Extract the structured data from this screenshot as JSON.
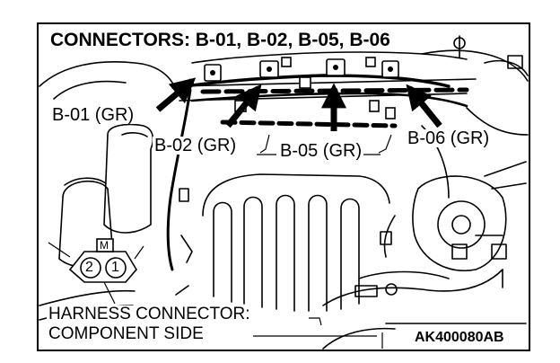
{
  "diagram": {
    "title": "CONNECTORS: B-01, B-02, B-05, B-06",
    "callouts": {
      "b01": "B-01 (GR)",
      "b02": "B-02 (GR)",
      "b05": "B-05 (GR)",
      "b06": "B-06 (GR)"
    },
    "connector_symbol": {
      "tab": "M",
      "pin_left": "2",
      "pin_right": "1"
    },
    "harness_label_line1": "HARNESS CONNECTOR:",
    "harness_label_line2": "COMPONENT SIDE",
    "figure_code": "AK400080AB"
  },
  "colors": {
    "ink": "#000000",
    "paper": "#ffffff"
  }
}
